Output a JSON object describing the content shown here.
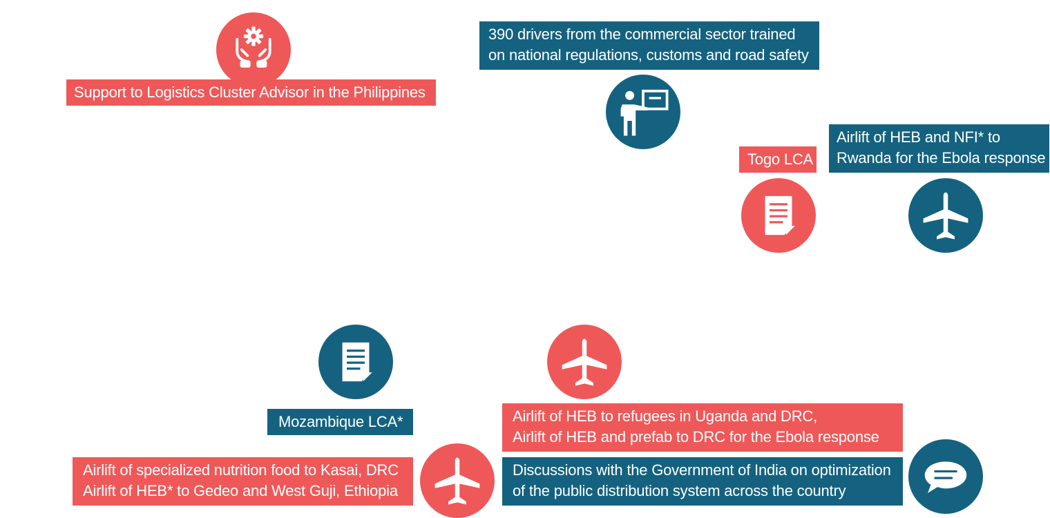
{
  "colors": {
    "red": "#ef5858",
    "blue": "#14627f",
    "icon": "#ffffff"
  },
  "items": [
    {
      "icon": "hands-gear-icon",
      "color": "red",
      "lines": [
        "Support to Logistics Cluster Advisor in the Philippines"
      ]
    },
    {
      "icon": "trainer-board-icon",
      "color": "blue",
      "lines": [
        "390 drivers from the commercial sector trained",
        "on national regulations, customs and road safety"
      ]
    },
    {
      "icon": "document-icon",
      "color": "red",
      "lines": [
        "Togo LCA"
      ]
    },
    {
      "icon": "airplane-icon",
      "color": "blue",
      "lines": [
        "Airlift of HEB and NFI* to",
        "Rwanda for the Ebola response"
      ]
    },
    {
      "icon": "document-icon",
      "color": "blue",
      "lines": [
        "Mozambique LCA*"
      ]
    },
    {
      "icon": "airplane-icon",
      "color": "red",
      "lines": [
        "Airlift of HEB to refugees in Uganda and DRC,",
        "Airlift of HEB and prefab to DRC for the Ebola response"
      ]
    },
    {
      "icon": "airplane-icon",
      "color": "red",
      "lines": [
        "Airlift of specialized nutrition food to Kasai, DRC",
        "Airlift of HEB* to Gedeo and West Guji, Ethiopia"
      ]
    },
    {
      "icon": "speech-bubble-icon",
      "color": "blue",
      "lines": [
        "Discussions with the Government of India on optimization",
        "of the public distribution system across the country"
      ]
    }
  ]
}
